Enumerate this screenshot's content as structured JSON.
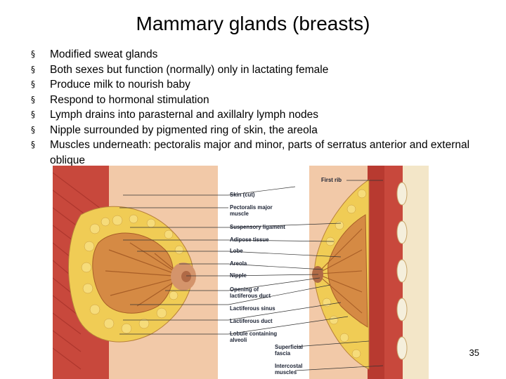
{
  "title": "Mammary glands (breasts)",
  "bullet_marker": "§",
  "bullets": [
    "Modified sweat glands",
    "Both sexes but function (normally) only in lactating female",
    "Produce milk to nourish baby",
    "Respond to hormonal stimulation",
    "Lymph drains into parasternal and axillalry lymph nodes",
    "Nipple surrounded by pigmented ring of skin, the areola",
    "Muscles underneath: pectoralis major and minor, parts of serratus anterior and external oblique"
  ],
  "figure": {
    "labels": {
      "first_rib": "First rib",
      "skin": "Skin (cut)",
      "pectoralis_1": "Pectoralis major",
      "pectoralis_2": "muscle",
      "suspensory": "Suspensory ligament",
      "adipose": "Adipose tissue",
      "lobe": "Lobe",
      "areola": "Areola",
      "nipple": "Nipple",
      "opening_1": "Opening of",
      "opening_2": "lactiferous duct",
      "sinus": "Lactiferous sinus",
      "duct": "Lactiferous duct",
      "lobule_1": "Lobule containing",
      "lobule_2": "alveoli",
      "fascia_1": "Superficial",
      "fascia_2": "fascia",
      "intercostal_1": "Intercostal",
      "intercostal_2": "muscles"
    }
  },
  "page_number": "35",
  "colors": {
    "muscle": "#c8483c",
    "adipose": "#f0cc55",
    "gland": "#d58a44",
    "skin": "#f2c9a8",
    "rib": "#f3e6c8"
  }
}
